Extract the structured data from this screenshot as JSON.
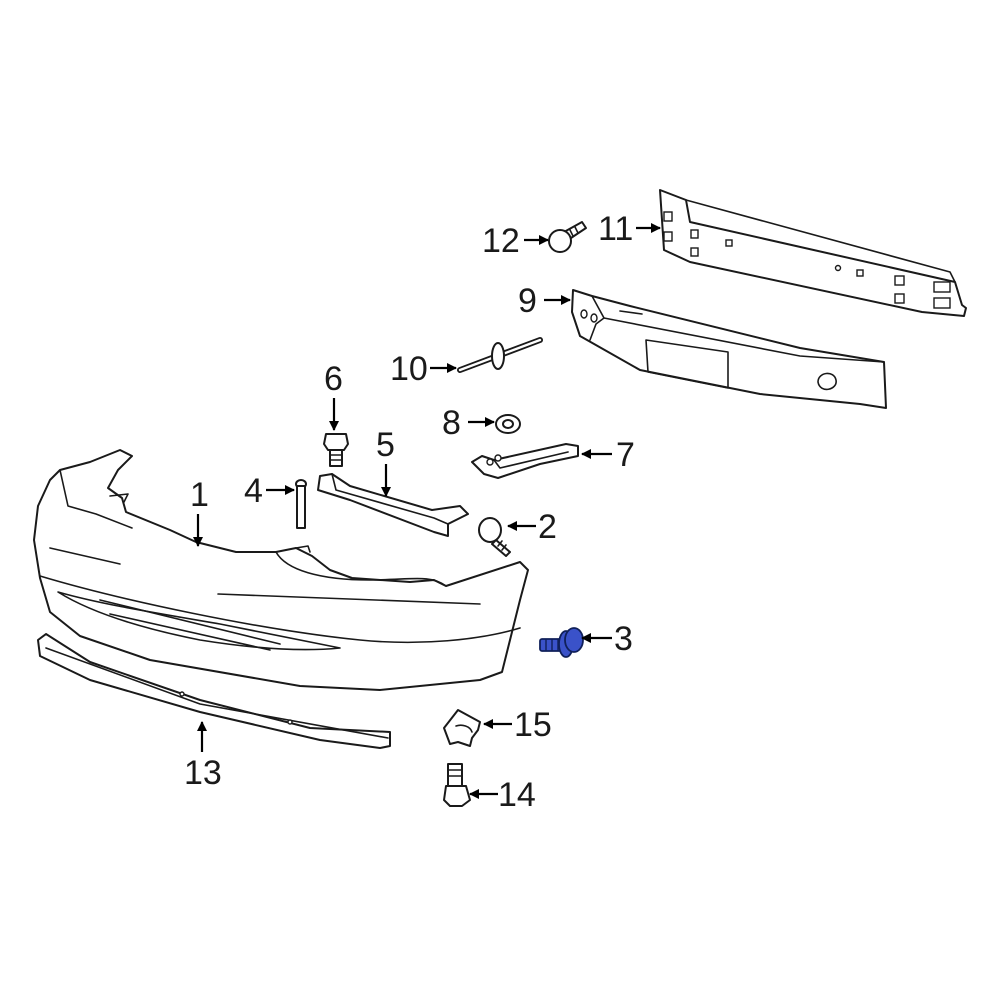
{
  "diagram": {
    "callouts": {
      "c1": "1",
      "c2": "2",
      "c3": "3",
      "c4": "4",
      "c5": "5",
      "c6": "6",
      "c7": "7",
      "c8": "8",
      "c9": "9",
      "c10": "10",
      "c11": "11",
      "c12": "12",
      "c13": "13",
      "c14": "14",
      "c15": "15"
    },
    "highlight_color": "#3a52c9",
    "highlighted_part": "3"
  }
}
